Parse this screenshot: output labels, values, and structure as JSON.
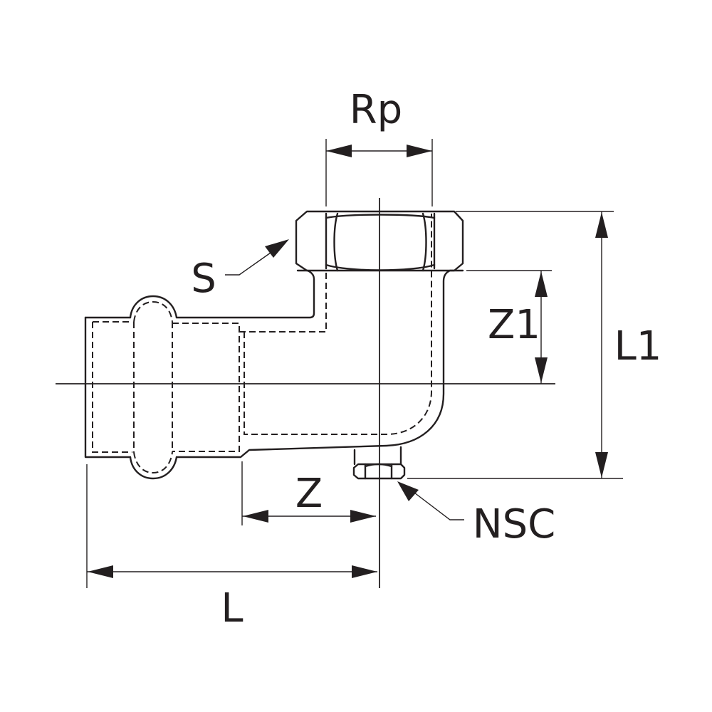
{
  "labels": {
    "rp": "Rp",
    "s": "S",
    "z1": "Z1",
    "l1": "L1",
    "z": "Z",
    "nsc": "NSC",
    "l": "L"
  },
  "colors": {
    "line": "#231f20",
    "background": "#ffffff"
  }
}
